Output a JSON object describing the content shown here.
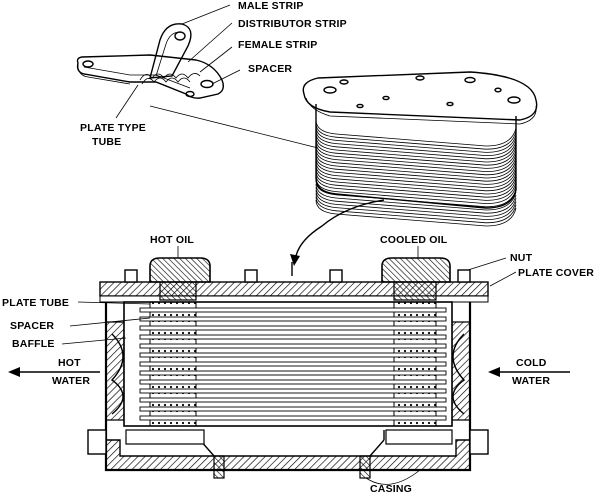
{
  "labels": {
    "male_strip": "MALE STRIP",
    "distributor_strip": "DISTRIBUTOR STRIP",
    "female_strip": "FEMALE STRIP",
    "spacer_top": "SPACER",
    "plate_type": "PLATE TYPE",
    "tube": "TUBE",
    "hot_oil": "HOT OIL",
    "cooled_oil": "COOLED OIL",
    "nut": "NUT",
    "plate_cover": "PLATE COVER",
    "plate_tube": "PLATE TUBE",
    "spacer_left": "SPACER",
    "baffle": "BAFFLE",
    "hot": "HOT",
    "water_left": "WATER",
    "cold": "COLD",
    "water_right": "WATER",
    "casing": "CASING"
  }
}
